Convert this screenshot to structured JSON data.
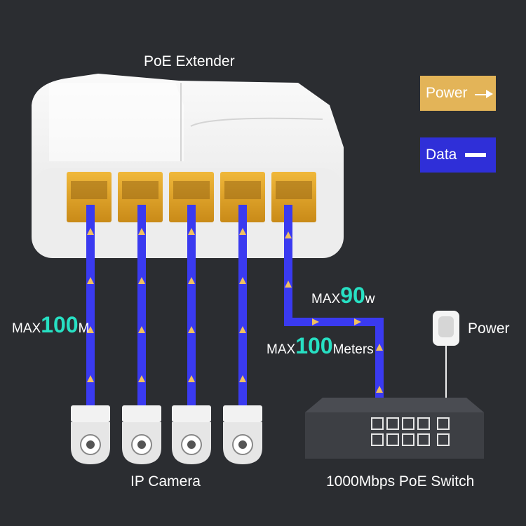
{
  "title": "PoE Extender",
  "legend": {
    "power": {
      "label": "Power",
      "color": "#e3b458",
      "icon": "arrow-right-icon"
    },
    "data": {
      "label": "Data",
      "color": "#2f2fd8",
      "icon": "dash-icon"
    }
  },
  "labels": {
    "max_100m": {
      "prefix": "MAX",
      "value": "100",
      "unit": "M"
    },
    "max_90w": {
      "prefix": "MAX",
      "value": "90",
      "unit": "w"
    },
    "max_100meters": {
      "prefix": "MAX",
      "value": "100",
      "unit": "Meters"
    }
  },
  "power_label": "Power",
  "camera_label": "IP Camera",
  "switch_label": "1000Mbps PoE Switch",
  "colors": {
    "background": "#2b2d31",
    "cable": "#3a3af0",
    "power_arrow": "#f0c060",
    "port_gold": "#e0a52a",
    "accent_number": "#27e0c3"
  }
}
